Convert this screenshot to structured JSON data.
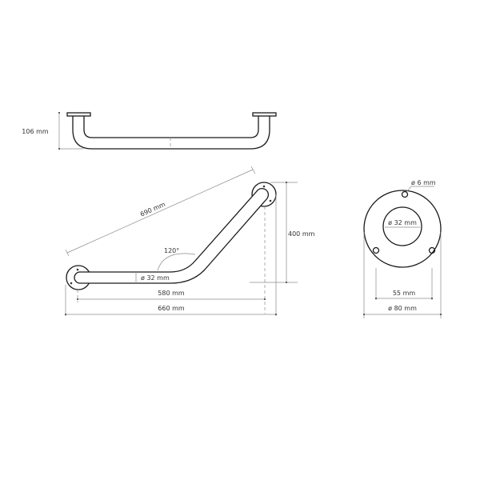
{
  "drawing": {
    "top_view": {
      "height_label": "106 mm"
    },
    "angled_view": {
      "diagonal_length_label": "690 mm",
      "angle_label": "120°",
      "tube_diameter_label": "ø 32 mm",
      "inner_width_label": "580 mm",
      "outer_width_label": "660 mm",
      "height_label": "400 mm"
    },
    "flange_view": {
      "hole_diameter_label": "ø 6 mm",
      "center_diameter_label": "ø 32 mm",
      "hole_spacing_label": "55 mm",
      "flange_diameter_label": "ø 80 mm"
    },
    "colors": {
      "outline": "#1a1a1a",
      "dimension": "#8c8c8c",
      "text": "#333333",
      "background": "#ffffff"
    }
  }
}
